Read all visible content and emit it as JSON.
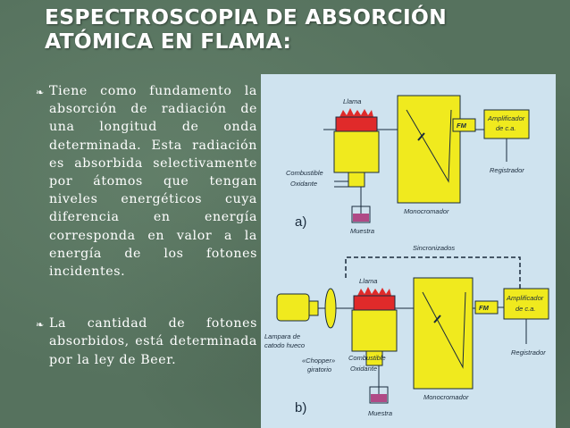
{
  "slide": {
    "title": "ESPECTROSCOPIA DE ABSORCIÓN ATÓMICA EN FLAMA:",
    "bullets": [
      "Tiene como fundamento la absorción de radiación de una longitud de onda determinada. Esta radiación es absorbida selectivamente por átomos que tengan niveles energéticos cuya diferencia en energía corresponda en valor a la energía de los fotones incidentes.",
      "La cantidad de fotones absorbidos, está determinada por la ley de Beer."
    ],
    "bullet_mark": "❧"
  },
  "diagram": {
    "a": {
      "panel": "a)",
      "flame": "Llama",
      "fm": "FM",
      "amp_line1": "Amplificador",
      "amp_line2": "de c.a.",
      "recorder": "Registrador",
      "fuel": "Combustible",
      "oxidant": "Oxidante",
      "sample": "Muestra",
      "monochromator": "Monocromador"
    },
    "b": {
      "panel": "b)",
      "sync": "Sincronizados",
      "flame": "Llama",
      "fm": "FM",
      "amp_line1": "Amplificador",
      "amp_line2": "de c.a.",
      "recorder": "Registrador",
      "lamp_line1": "Lampara de",
      "lamp_line2": "catodo hueco",
      "chopper_line1": "«Chopper»",
      "chopper_line2": "giratorio",
      "fuel": "Combustible",
      "oxidant": "Oxidante",
      "sample": "Muestra",
      "monochromator": "Monocromador"
    }
  },
  "colors": {
    "background": "#56725e",
    "text": "#ffffff",
    "diagram_bg": "#cfe3ef",
    "burner": "#f0ea1e",
    "flame": "#e02a2a",
    "wire": "#1a2b3c"
  }
}
